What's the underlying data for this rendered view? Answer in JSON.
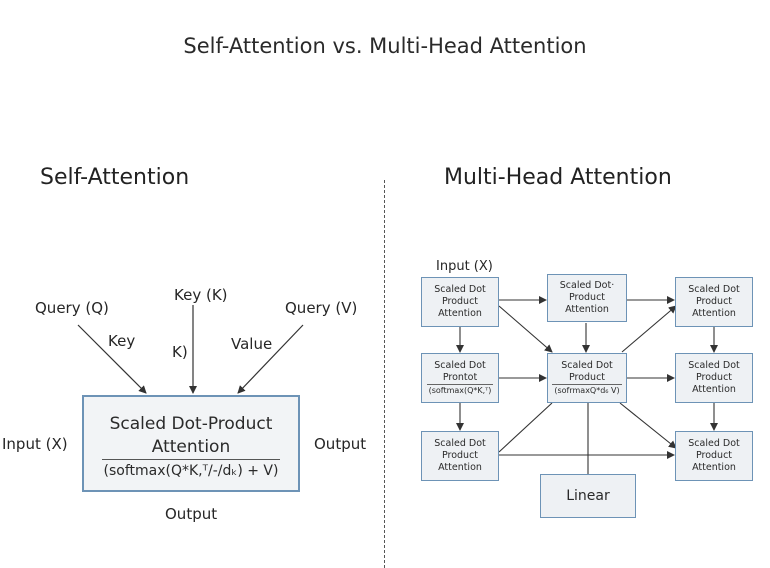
{
  "title": "Self-Attention vs. Multi-Head Attention",
  "self_attention": {
    "heading": "Self-Attention",
    "inputs": {
      "query_label": "Query (Q)",
      "key_top_label": "Key (K)",
      "value_label": "Query (V)",
      "key_arrow_label": "Key",
      "k_arrow_label": "K)",
      "value_arrow_label": "Value"
    },
    "side_input": "Input (X)",
    "side_output": "Output",
    "bottom_output": "Output",
    "box": {
      "line1": "Scaled Dot-Product",
      "line2": "Attention",
      "formula": "(softmax(Q*K,ᵀ/-/dₖ) + V)"
    }
  },
  "multi_head": {
    "heading": "Multi-Head Attention",
    "input_label": "Input (X)",
    "nodes": [
      {
        "id": "r1c1",
        "lines": [
          "Scaled Dot",
          "Product",
          "Attention"
        ]
      },
      {
        "id": "r1c2",
        "lines": [
          "Scaled Dot·",
          "Product",
          "Attention"
        ]
      },
      {
        "id": "r1c3",
        "lines": [
          "Scaled Dot",
          "Product",
          "Attention"
        ]
      },
      {
        "id": "r2c1",
        "lines": [
          "Scaled Dot",
          "Prontot"
        ],
        "formula": "(softmax(Q*K,ᵀ)"
      },
      {
        "id": "r2c2",
        "lines": [
          "Scaled Dot",
          "Product"
        ],
        "formula": "(sofrmaxQ*d₆ V)"
      },
      {
        "id": "r2c3",
        "lines": [
          "Scaled Dot",
          "Product",
          "Attention"
        ]
      },
      {
        "id": "r3c1",
        "lines": [
          "Scaled Dot",
          "Product",
          "Attention"
        ]
      },
      {
        "id": "r3c3",
        "lines": [
          "Scaled Dot",
          "Product",
          "Attention"
        ]
      }
    ],
    "linear_label": "Linear"
  }
}
